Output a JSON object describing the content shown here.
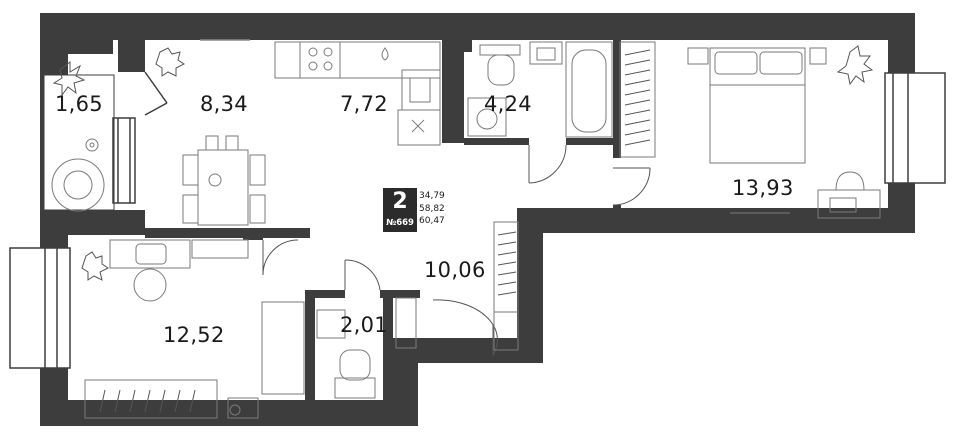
{
  "plan": {
    "rooms_count": "2",
    "apartment_number": "№669",
    "areas": [
      "34,79",
      "58,82",
      "60,47"
    ],
    "rooms": [
      {
        "id": "balcony-top",
        "area": "1,65"
      },
      {
        "id": "living",
        "area": "8,34"
      },
      {
        "id": "kitchen",
        "area": "7,72"
      },
      {
        "id": "bathroom",
        "area": "4,24"
      },
      {
        "id": "bedroom",
        "area": "13,93"
      },
      {
        "id": "hall",
        "area": "10,06"
      },
      {
        "id": "bedroom-2",
        "area": "12,52"
      },
      {
        "id": "wc",
        "area": "2,01"
      }
    ],
    "colors": {
      "wall": "#3d3d3d",
      "fixture": "#7a7a7a",
      "badge": "#2b2b2b"
    }
  }
}
